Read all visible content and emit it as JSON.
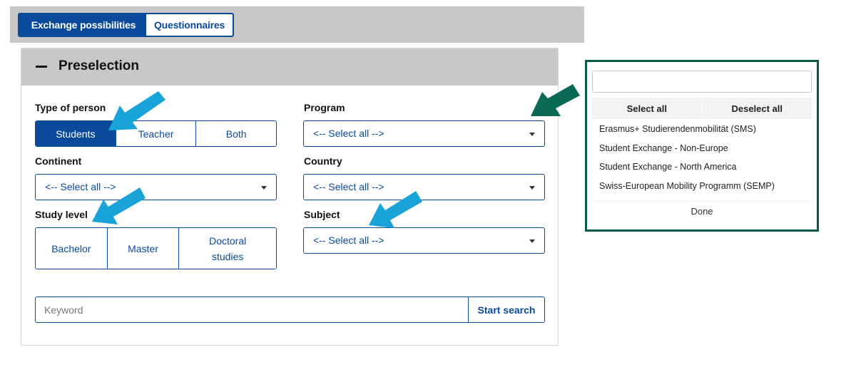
{
  "tabs": [
    {
      "label": "Exchange possibilities",
      "active": true
    },
    {
      "label": "Questionnaires",
      "active": false
    }
  ],
  "panel": {
    "title": "Preselection",
    "type_of_person": {
      "label": "Type of person",
      "options": [
        "Students",
        "Teacher",
        "Both"
      ],
      "selected": "Students"
    },
    "program": {
      "label": "Program",
      "value": "<-- Select all -->"
    },
    "continent": {
      "label": "Continent",
      "value": "<-- Select all -->"
    },
    "country": {
      "label": "Country",
      "value": "<-- Select all -->"
    },
    "study_level": {
      "label": "Study level",
      "options": [
        "Bachelor",
        "Master",
        "Doctoral studies"
      ]
    },
    "subject": {
      "label": "Subject",
      "value": "<-- Select all -->"
    },
    "search": {
      "placeholder": "Keyword",
      "button_label": "Start search"
    }
  },
  "dropdown": {
    "select_all_label": "Select all",
    "deselect_all_label": "Deselect all",
    "options": [
      "Erasmus+ Studierendenmobilität (SMS)",
      "Student Exchange - Non-Europe",
      "Student Exchange - North America",
      "Swiss-European Mobility Programm (SEMP)"
    ],
    "done_label": "Done"
  },
  "colors": {
    "primary": "#0a4a9a",
    "header_gray": "#c8c8c8",
    "annotation_arrow": "#1aa3d9",
    "dropdown_border": "#0a5a4a"
  },
  "icons": {
    "collapse": "minus-icon",
    "caret": "chevron-down-icon",
    "annotation": "arrow-icon"
  }
}
